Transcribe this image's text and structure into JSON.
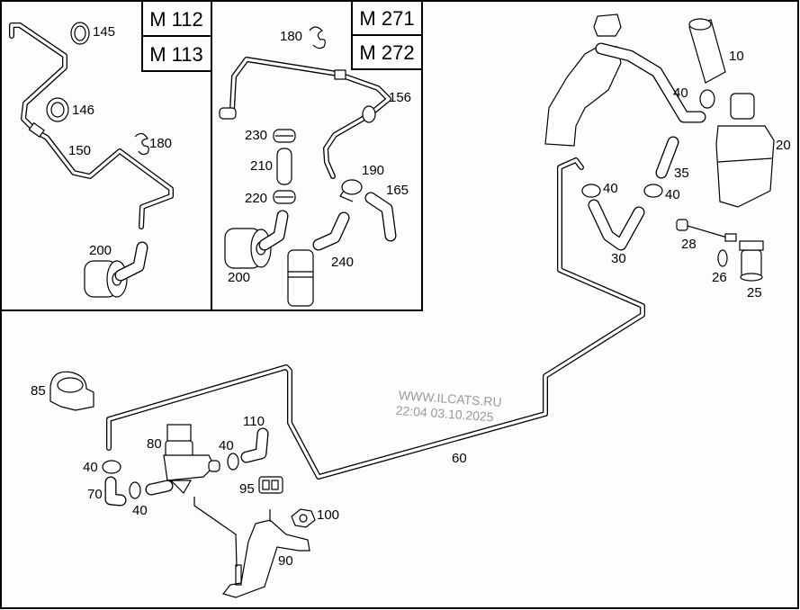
{
  "diagram": {
    "title": "Vacuum / evaporative emission lines with purge valve",
    "inset_left": {
      "models": [
        "M 112",
        "M 113"
      ],
      "callouts": [
        "145",
        "146",
        "150",
        "180",
        "200"
      ]
    },
    "inset_middle": {
      "models": [
        "M 271",
        "M 272"
      ],
      "callouts": [
        "180",
        "156",
        "230",
        "210",
        "190",
        "220",
        "165",
        "200",
        "240"
      ]
    },
    "main": {
      "callouts": [
        "10",
        "40",
        "20",
        "35",
        "40",
        "40",
        "28",
        "30",
        "26",
        "25",
        "85",
        "110",
        "80",
        "40",
        "40",
        "95",
        "70",
        "40",
        "100",
        "90",
        "60"
      ]
    },
    "watermark": {
      "line1": "WWW.ILCATS.RU",
      "line2": "22:04 03.10.2025"
    }
  }
}
